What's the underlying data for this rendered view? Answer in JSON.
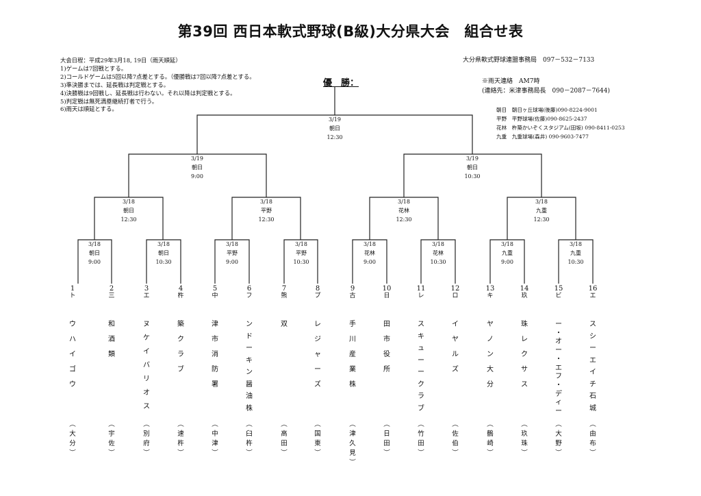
{
  "title": "第39回 西日本軟式野球(B級)大分県大会　組合せ表",
  "rules": [
    "大会日程：平成29年3月18, 19日（雨天順延）",
    "1)ゲームは7回戦とする。",
    "2)コールドゲームは5回以降7点差とする。（優勝戦は7回以降7点差とする。",
    "3)準決勝までは、延長戦は判定戦とする。",
    "4)決勝戦は9回戦し、延長戦は行わない。それ以降は判定戦とする。",
    "5)判定戦は無死満塁継続打者で行う。",
    "6)雨天は順延とする。"
  ],
  "contact": {
    "office": "大分県軟式野球連盟事務局　097－532－7133",
    "rain_notice": "※雨天連絡　AM7時",
    "rain_contact": "(連絡先：米津事務局長　090－2087－7644)"
  },
  "venues": [
    "朝日　朝日ヶ丘球場(後藤)090-8224-9001",
    "平野　平野球場(佐藤)090-8625-2437",
    "花林　杵築かいぞくスタジアム(田坂) 090-8411-0253",
    "九重　九重球場(森井) 090-9603-7477"
  ],
  "champion_label": "優　勝：",
  "final": {
    "date": "3/19",
    "venue": "朝日",
    "time": "12:30"
  },
  "semis": [
    {
      "date": "3/19",
      "venue": "朝日",
      "time": "9:00"
    },
    {
      "date": "3/19",
      "venue": "朝日",
      "time": "10:30"
    }
  ],
  "quarters": [
    {
      "date": "3/18",
      "venue": "朝日",
      "time": "12:30"
    },
    {
      "date": "3/18",
      "venue": "平野",
      "time": "12:30"
    },
    {
      "date": "3/18",
      "venue": "花林",
      "time": "12:30"
    },
    {
      "date": "3/18",
      "venue": "九重",
      "time": "12:30"
    }
  ],
  "round1": [
    {
      "date": "3/18",
      "venue": "朝日",
      "time": "9:00"
    },
    {
      "date": "3/18",
      "venue": "朝日",
      "time": "10:30"
    },
    {
      "date": "3/18",
      "venue": "平野",
      "time": "9:00"
    },
    {
      "date": "3/18",
      "venue": "平野",
      "time": "10:30"
    },
    {
      "date": "3/18",
      "venue": "花林",
      "time": "9:00"
    },
    {
      "date": "3/18",
      "venue": "花林",
      "time": "10:30"
    },
    {
      "date": "3/18",
      "venue": "九重",
      "time": "9:00"
    },
    {
      "date": "3/18",
      "venue": "九重",
      "time": "10:30"
    }
  ],
  "teams": [
    {
      "num": "1",
      "head": "ト",
      "name": "ウハイゴウ",
      "town": "（大分）"
    },
    {
      "num": "2",
      "head": "三",
      "name": "和酒類",
      "town": "（宇佐）"
    },
    {
      "num": "3",
      "head": "エ",
      "name": "ヌケイバリオス",
      "town": "（別府）"
    },
    {
      "num": "4",
      "head": "杵",
      "name": "築クラブ",
      "town": "（速杵）"
    },
    {
      "num": "5",
      "head": "中",
      "name": "津市消防署",
      "town": "（中津）"
    },
    {
      "num": "6",
      "head": "フ",
      "name": "ンドーキン醤油株",
      "town": "（臼杵）"
    },
    {
      "num": "7",
      "head": "熊",
      "name": "双",
      "town": "（高田）"
    },
    {
      "num": "8",
      "head": "プ",
      "name": "レジャーズ",
      "town": "（国東）"
    },
    {
      "num": "9",
      "head": "古",
      "name": "手川産業株",
      "town": "（津久見）"
    },
    {
      "num": "10",
      "head": "日",
      "name": "田市役所",
      "town": "（日田）"
    },
    {
      "num": "11",
      "head": "レ",
      "name": "スキューークラブ",
      "town": "（竹田）"
    },
    {
      "num": "12",
      "head": "ロ",
      "name": "イヤルズ",
      "town": "（佐伯）"
    },
    {
      "num": "13",
      "head": "キ",
      "name": "ヤノン大分",
      "town": "（鶴崎）"
    },
    {
      "num": "14",
      "head": "玖",
      "name": "珠レクサス",
      "town": "（玖珠）"
    },
    {
      "num": "15",
      "head": "ビ",
      "name": "ー・オー・エフ・ディー",
      "town": "（大野）"
    },
    {
      "num": "16",
      "head": "エ",
      "name": "スシーエイチ石城",
      "town": "（由布）"
    }
  ]
}
